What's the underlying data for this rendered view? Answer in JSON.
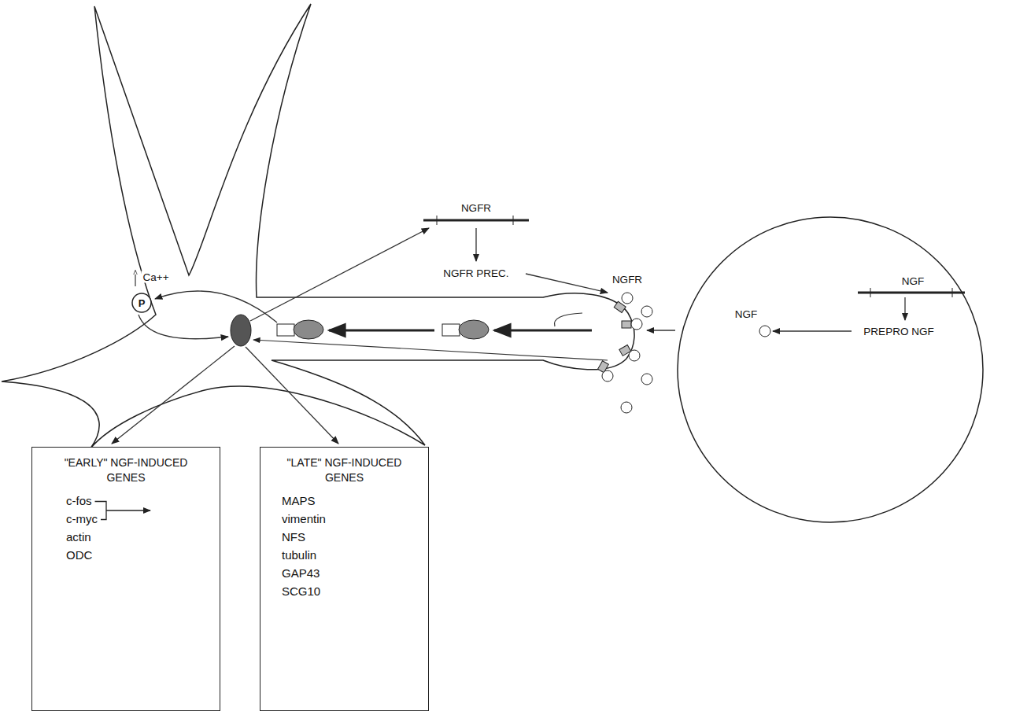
{
  "diagram": {
    "nodes": [
      {
        "text": [
          "P"
        ]
      },
      {
        "text": [
          "NGF",
          "PREPRO NGF",
          "NGF"
        ]
      },
      {
        "text": [
          "\"EARLY\" NGF-INDUCED GENES",
          "c-fos",
          "c-myc",
          "actin",
          "ODC"
        ]
      },
      {
        "text": [
          "\"LATE\" NGF-INDUCED GENES",
          "MAPS",
          "vimentin",
          "NFS",
          "tubulin",
          "GAP43",
          "SCG10"
        ]
      }
    ],
    "labels": [
      "NGFR",
      "NGFR PREC.",
      "NGFR",
      "Ca++"
    ]
  }
}
